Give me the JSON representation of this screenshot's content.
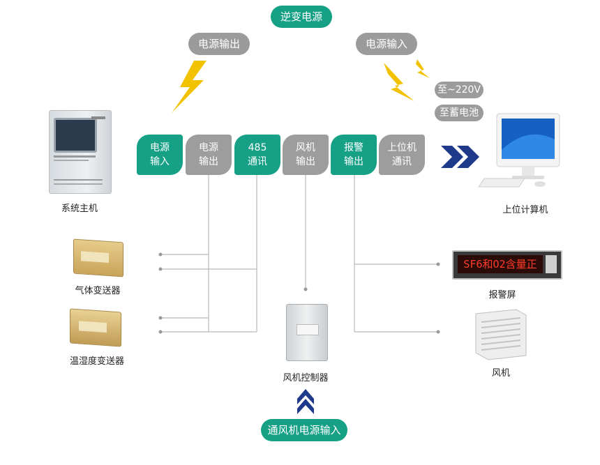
{
  "top_label": "逆变电源",
  "power_out_label": "电源输出",
  "power_in_label": "电源输入",
  "to_220v": "至~220V",
  "to_battery": "至蓄电池",
  "tabs": [
    {
      "line1": "电源",
      "line2": "输入",
      "style": "green"
    },
    {
      "line1": "电源",
      "line2": "输出",
      "style": "gray"
    },
    {
      "line1": "485",
      "line2": "通讯",
      "style": "green"
    },
    {
      "line1": "风机",
      "line2": "输出",
      "style": "gray"
    },
    {
      "line1": "报警",
      "line2": "输出",
      "style": "green"
    },
    {
      "line1": "上位机",
      "line2": "通讯",
      "style": "gray"
    }
  ],
  "devices": {
    "host": "系统主机",
    "computer": "上位计算机",
    "gas": "气体变送器",
    "humidity": "温湿度变送器",
    "fan_controller": "风机控制器",
    "alarm_screen": "报警屏",
    "fan": "风机"
  },
  "fan_power_input": "通风机电源输入",
  "alarm_screen_text": "SF6和O2含量正",
  "colors": {
    "green": "#16a086",
    "gray": "#9b9b9b",
    "arrow": "#1f3a8a",
    "bolt": "#f2c200"
  }
}
